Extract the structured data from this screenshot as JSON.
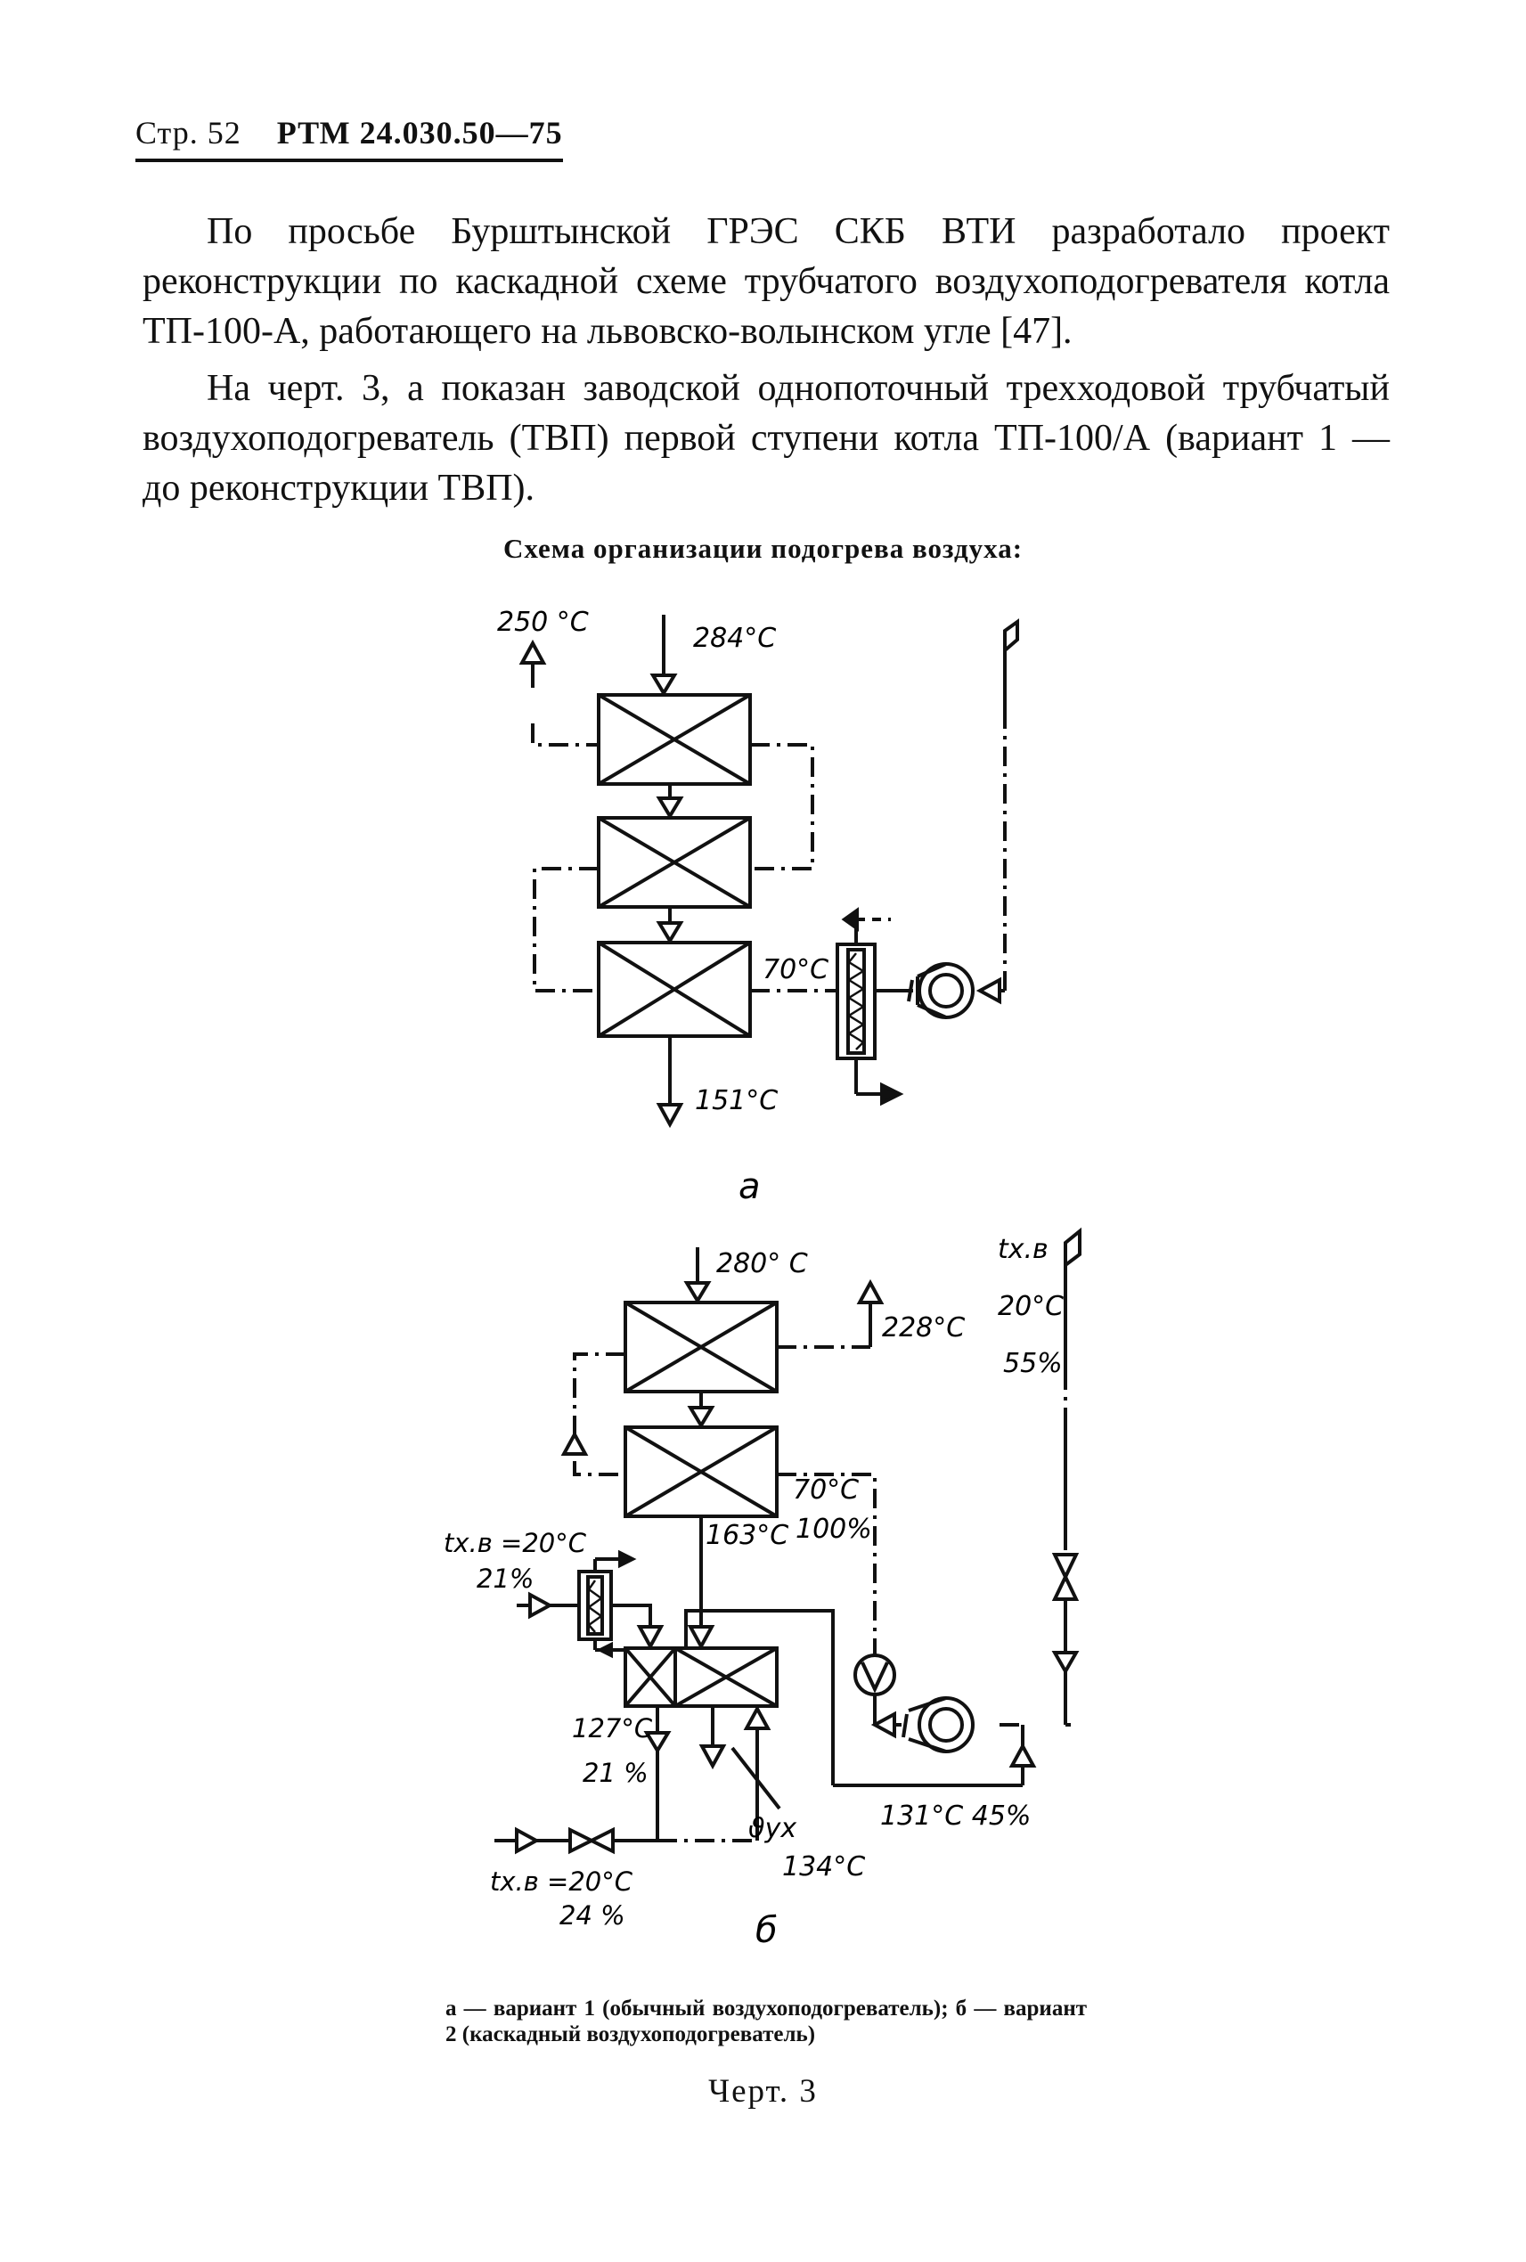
{
  "header": {
    "page": "Стр. 52",
    "code": "РТМ 24.030.50—75"
  },
  "paragraphs": [
    "По просьбе Бурштынской ГРЭС СКБ ВТИ разработало проект реконструкции по каскадной схеме трубчатого воздухоподогревателя котла ТП-100-А, работающего на львовско-волынском угле [47].",
    "На черт. 3, а показан заводской однопоточный трехходовой трубчатый воздухоподогреватель (ТВП) первой ступени котла ТП-100/А (вариант 1 — до реконструкции ТВП)."
  ],
  "figure": {
    "title": "Схема организации подогрева воздуха:",
    "diagram_a": {
      "air_out": "250 °C",
      "gas_in": "284°C",
      "air_cold": "70°C",
      "gas_out": "151°C",
      "sublabel": "а"
    },
    "diagram_b": {
      "gas_in": "280° C",
      "air_out": "228°C",
      "t_cold_label": "tх.в",
      "t_cold_value": "20°C",
      "humidity_top": "55%",
      "air_mid_temp": "70°C",
      "air_mid_pct": "100%",
      "gas_mid": "163°C",
      "left_air_label": "tх.в =20°C",
      "left_air_pct": "21%",
      "mix_temp": "127°C",
      "mix_pct": "21 %",
      "exhaust_symbol": "ϑух",
      "exhaust_temp": "134°C",
      "recirc_label": "131°C  45%",
      "bottom_air_label": "tх.в =20°C",
      "bottom_air_pct": "24 %",
      "sublabel": "б"
    },
    "legend": "а — вариант 1 (обычный воздухоподогреватель); б — вариант 2 (каскадный воздухоподогреватель)",
    "number": "Черт. 3"
  }
}
